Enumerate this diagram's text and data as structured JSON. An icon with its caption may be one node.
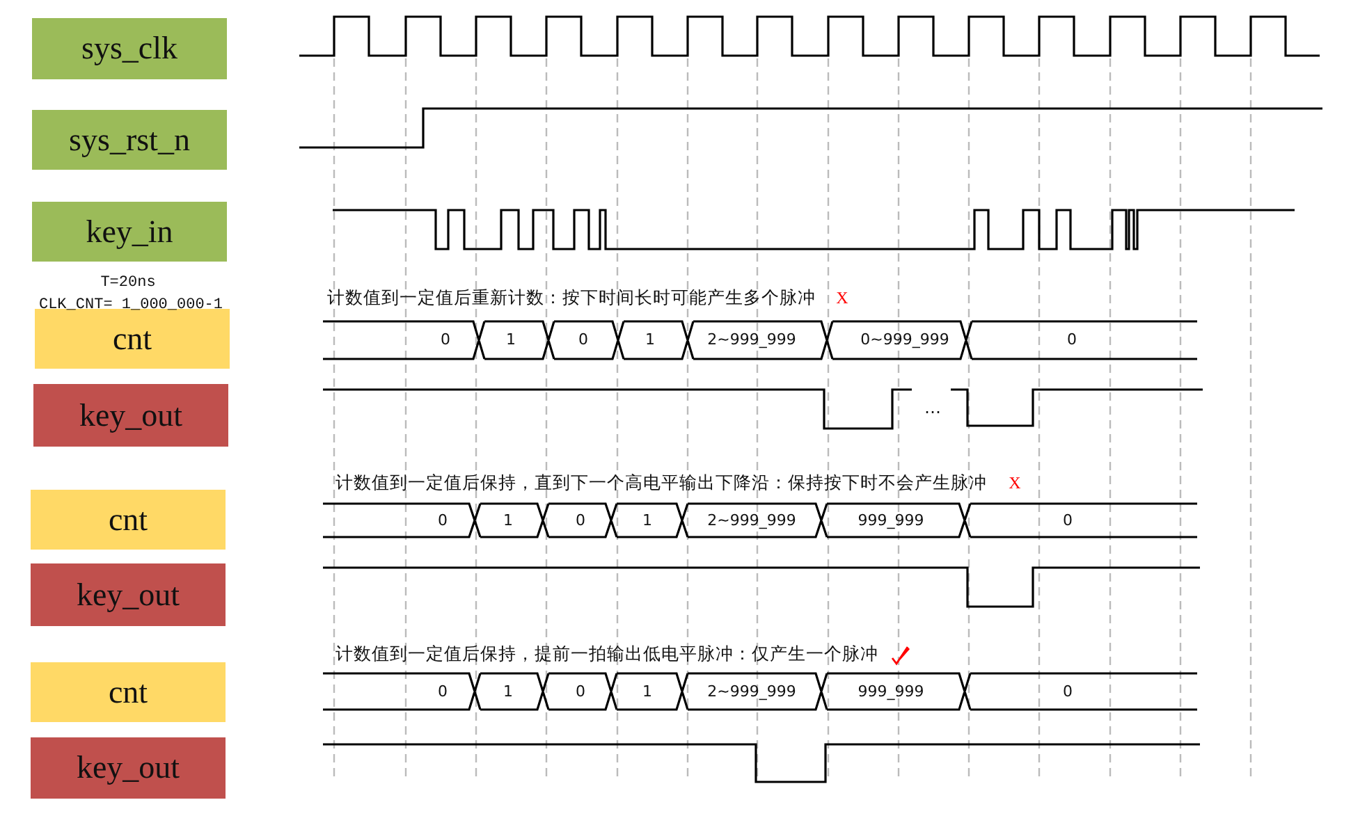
{
  "diagram": {
    "nodes": [
      {
        "text": [
          "sys_clk"
        ]
      },
      {
        "text": [
          "sys_rst_n"
        ]
      },
      {
        "text": [
          "key_in"
        ]
      },
      {
        "text": [
          "cnt"
        ]
      },
      {
        "text": [
          "key_out"
        ]
      },
      {
        "text": [
          "cnt"
        ]
      },
      {
        "text": [
          "key_out"
        ]
      },
      {
        "text": [
          "cnt"
        ]
      },
      {
        "text": [
          "key_out"
        ]
      }
    ],
    "labels": [
      "T=20ns",
      "CLK_CNT= 1_000_000-1",
      "计数值到一定值后重新计数：按下时间长时可能产生多个脉冲",
      "X",
      "0",
      "1",
      "0",
      "1",
      "2~999_999",
      "0~999_999",
      "0",
      "…",
      "计数值到一定值后保持，直到下一个高电平输出下降沿：保持按下时不会产生脉冲",
      "X",
      "0",
      "1",
      "0",
      "1",
      "2~999_999",
      "999_999",
      "0",
      "计数值到一定值后保持，提前一拍输出低电平脉冲：仅产生一个脉冲",
      "0",
      "1",
      "0",
      "1",
      "2~999_999",
      "999_999",
      "0"
    ]
  }
}
